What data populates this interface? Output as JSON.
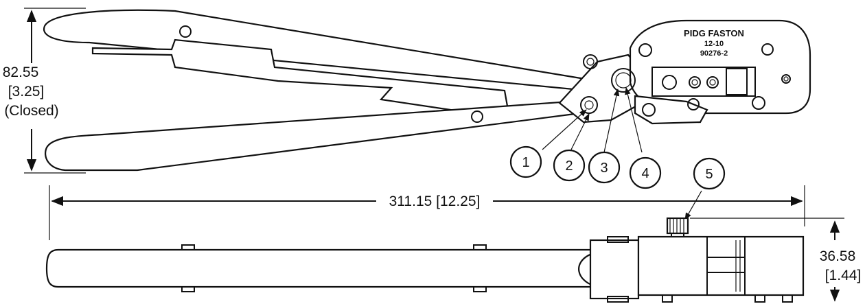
{
  "dimensions": {
    "height_closed": {
      "mm": "82.55",
      "inch": "[3.25]",
      "note": "(Closed)"
    },
    "length": "311.15 [12.25]",
    "width": {
      "mm": "36.58",
      "inch": "[1.44]"
    }
  },
  "tool_markings": {
    "line1": "PIDG FASTON",
    "line2": "12-10",
    "line3": "90276-2"
  },
  "callouts": [
    "1",
    "2",
    "3",
    "4",
    "5"
  ]
}
